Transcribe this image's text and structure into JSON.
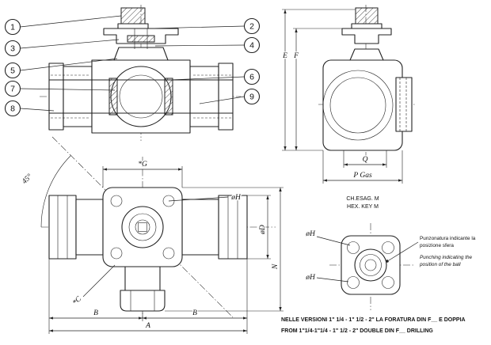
{
  "page": {
    "background": "#ffffff",
    "line_color": "#222222"
  },
  "callouts": {
    "items": [
      "1",
      "2",
      "3",
      "4",
      "5",
      "6",
      "7",
      "8",
      "9"
    ]
  },
  "side_view": {
    "dim_e": "E",
    "dim_f": "F",
    "dim_q": "Q",
    "dim_p_gas": "P Gas",
    "hex_key_it": "CH.ESAG. M",
    "hex_key_en": "HEX. KEY M"
  },
  "top_view": {
    "dim_g": "*G",
    "dim_oh": "øH",
    "dim_od": "øD",
    "dim_n": "N",
    "dim_c": "*C",
    "dim_b": "B",
    "dim_a": "A",
    "angle_45": "45°"
  },
  "end_view": {
    "dim_oh": "øH",
    "note_it": [
      "Punzonatura indicante la",
      "posizione sfera"
    ],
    "note_en": [
      "Punching indicating the",
      "position of the ball"
    ]
  },
  "footnotes": [
    "NELLE VERSIONI 1\" 1/4 - 1\" 1/2 - 2\" LA FORATURA DIN F__ E DOPPIA",
    "FROM 1\"1/4-1\"1/4 - 1\" 1/2 - 2\" DOUBLE DIN F__ DRILLING"
  ]
}
